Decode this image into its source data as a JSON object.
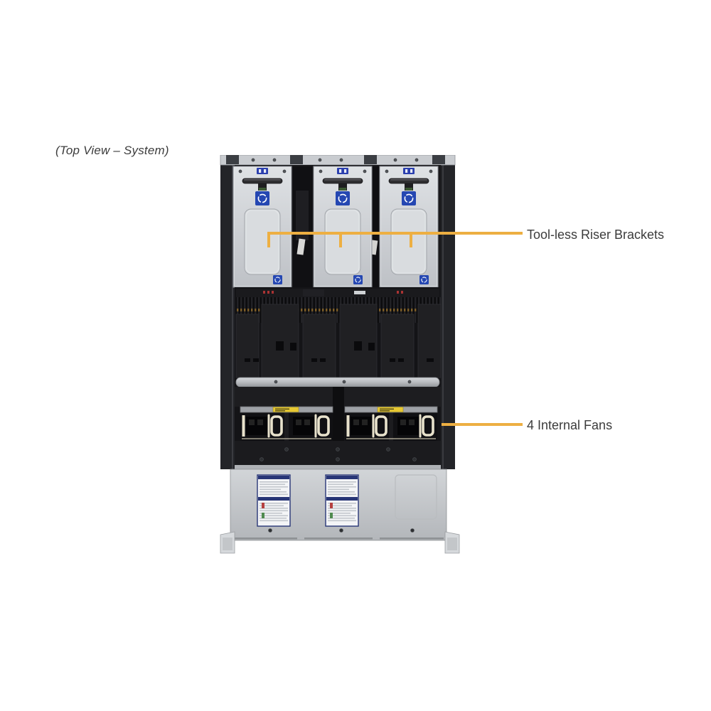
{
  "caption": "(Top View – System)",
  "callouts": {
    "riser": {
      "label": "Tool-less Riser Brackets"
    },
    "fans": {
      "label": "4 Internal Fans"
    }
  },
  "figure": {
    "riser_bracket_count": 3,
    "internal_fan_count": 4,
    "leader_line_color": "#EDAF42",
    "label_text_color": "#3C3C3C",
    "background_color": "#FFFFFF"
  }
}
